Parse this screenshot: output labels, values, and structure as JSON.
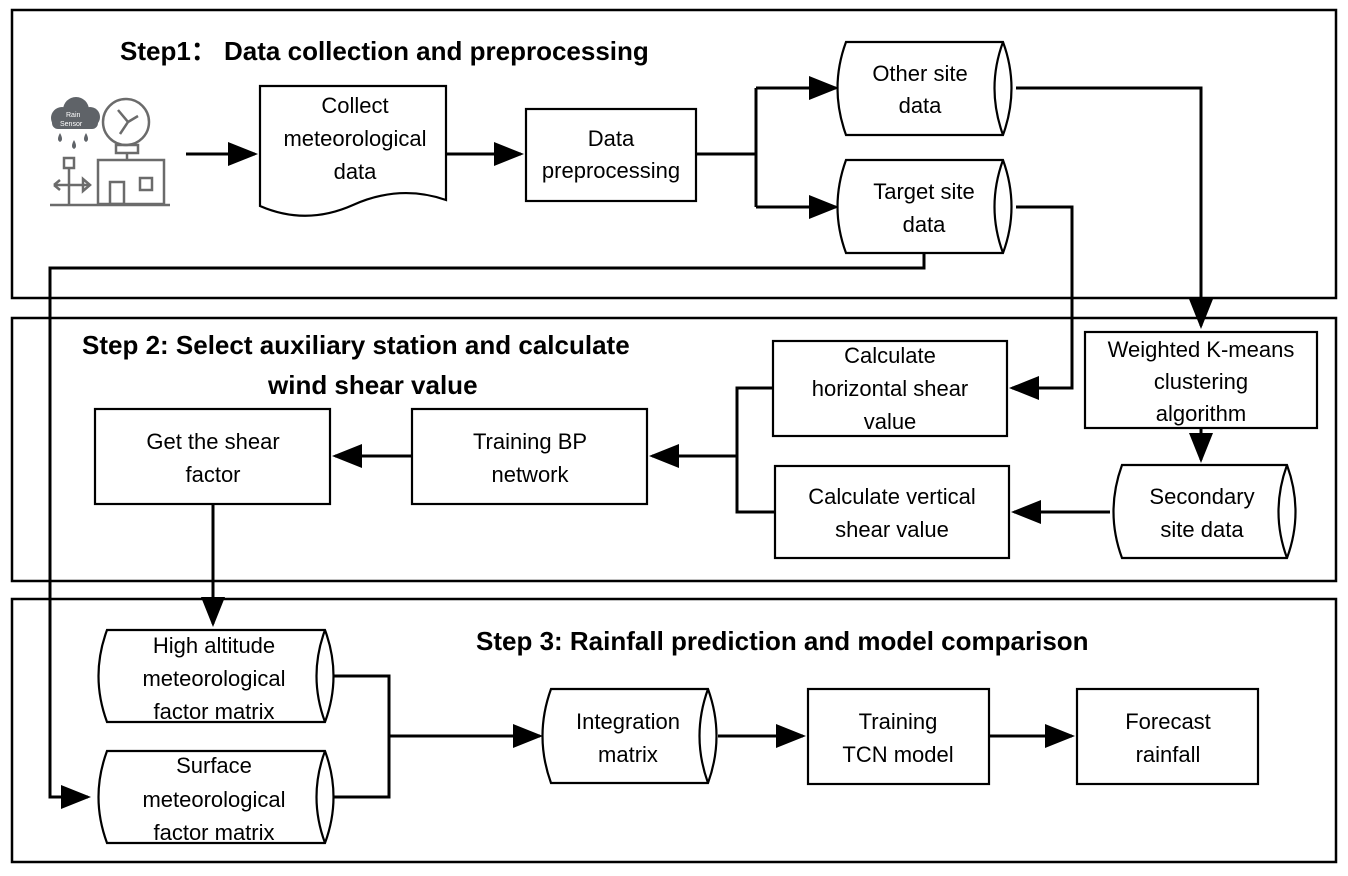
{
  "steps": {
    "step1": "Step1：  Data collection and preprocessing",
    "step2_line1": "Step 2: Select auxiliary station and calculate",
    "step2_line2": "wind shear value",
    "step3": "Step 3: Rainfall prediction and model comparison"
  },
  "sensor_icon": {
    "icon": "rain-sensor-weather-station-icon",
    "label_1": "Rain",
    "label_2": "Sensor"
  },
  "nodes": {
    "collect": [
      "Collect",
      "meteorological",
      "data"
    ],
    "preprocess": [
      "Data",
      "preprocessing"
    ],
    "other_site": [
      "Other site",
      "data"
    ],
    "target_site": [
      "Target site",
      "data"
    ],
    "kmeans": [
      "Weighted K-means",
      "clustering",
      "algorithm"
    ],
    "horizontal": [
      "Calculate",
      "horizontal shear",
      "value"
    ],
    "vertical": [
      "Calculate vertical",
      "shear value"
    ],
    "secondary": [
      "Secondary",
      "site data"
    ],
    "bp": [
      "Training BP",
      "network"
    ],
    "shear_factor": [
      "Get the shear",
      "factor"
    ],
    "high_alt": [
      "High altitude",
      "meteorological",
      "factor matrix"
    ],
    "surface": [
      "Surface",
      "meteorological",
      "factor matrix"
    ],
    "integration": [
      "Integration",
      "matrix"
    ],
    "tcn": [
      "Training",
      "TCN model"
    ],
    "forecast": [
      "Forecast",
      "rainfall"
    ]
  }
}
